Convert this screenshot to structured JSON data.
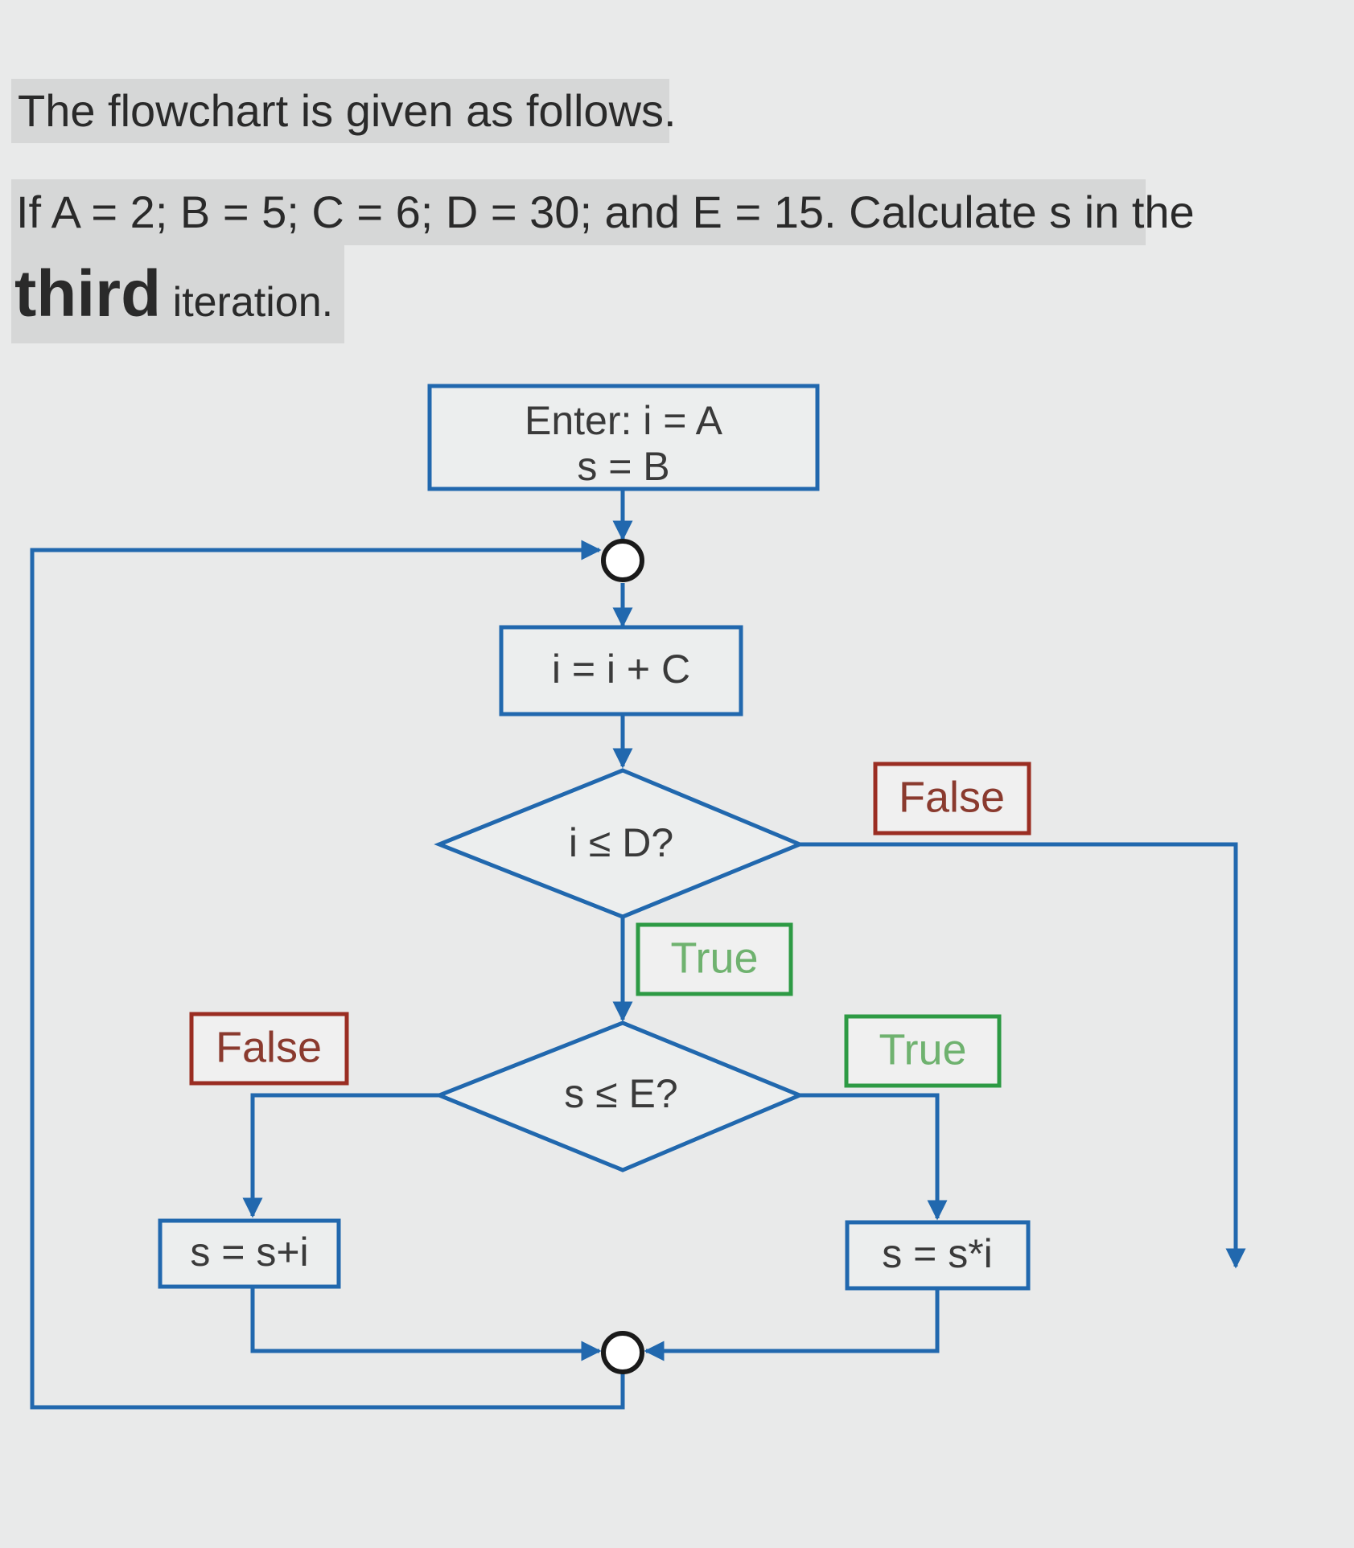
{
  "question": {
    "line1": "The flowchart is given as follows.",
    "line2": "If A = 2; B = 5; C = 6; D = 30; and E = 15. Calculate s in the",
    "line3_strong": "third",
    "line3_rest": " iteration."
  },
  "flowchart": {
    "start_line1": "Enter: i = A",
    "start_line2": "s = B",
    "increment": "i = i + C",
    "decision_1": "i ≤ D?",
    "decision_2": "s ≤ E?",
    "add_step": "s = s+i",
    "mult_step": "s = s*i",
    "label_false_1": "False",
    "label_true_1": "True",
    "label_false_2": "False",
    "label_true_2": "True"
  },
  "colors": {
    "flow_blue": "#2168ae",
    "false_red": "#9a2d22",
    "true_green": "#2d9a44"
  }
}
